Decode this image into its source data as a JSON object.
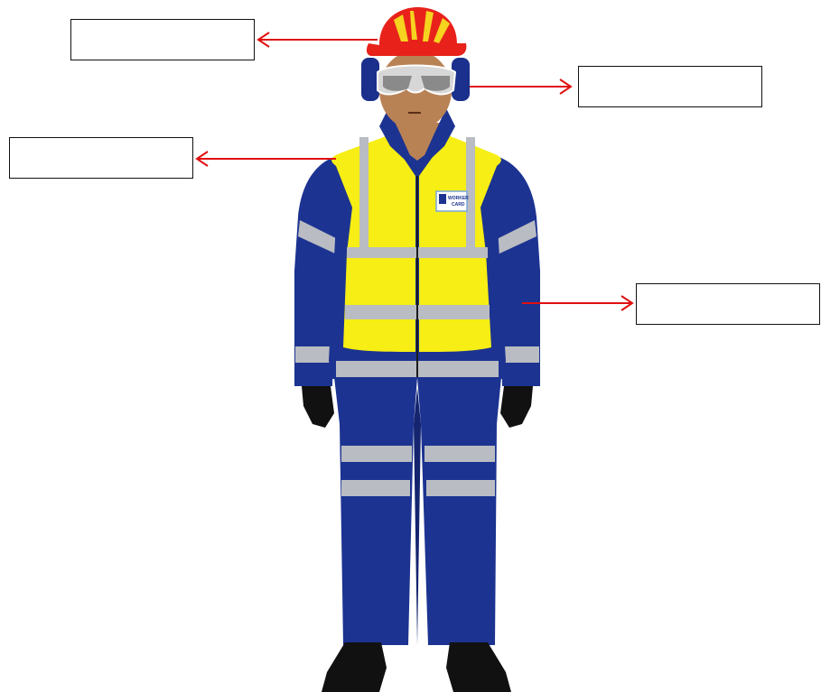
{
  "title": "",
  "colors": {
    "helmet": "#e8221b",
    "helmet_stripe": "#f6d31f",
    "ear_defender": "#1b2f8c",
    "goggle_lens": "#8a8a8a",
    "skin": "#b98255",
    "vest": "#f6ee14",
    "suit": "#1c3391",
    "reflective_strip": "#b9bcc2",
    "glove_boot": "#111111",
    "arrow": "#e01010",
    "label_border": "#111111"
  },
  "figure": {
    "icon": "ppe-worker-icon",
    "badge_text_line1": "WORKER",
    "badge_text_line2": "CARD"
  },
  "labels": [
    {
      "id": "helmet",
      "points_to": "hard-hat",
      "text": ""
    },
    {
      "id": "goggles",
      "points_to": "safety-goggles-and-ear-defenders",
      "text": ""
    },
    {
      "id": "vest",
      "points_to": "high-visibility-vest",
      "text": ""
    },
    {
      "id": "suit",
      "points_to": "protective-overalls",
      "text": ""
    }
  ]
}
